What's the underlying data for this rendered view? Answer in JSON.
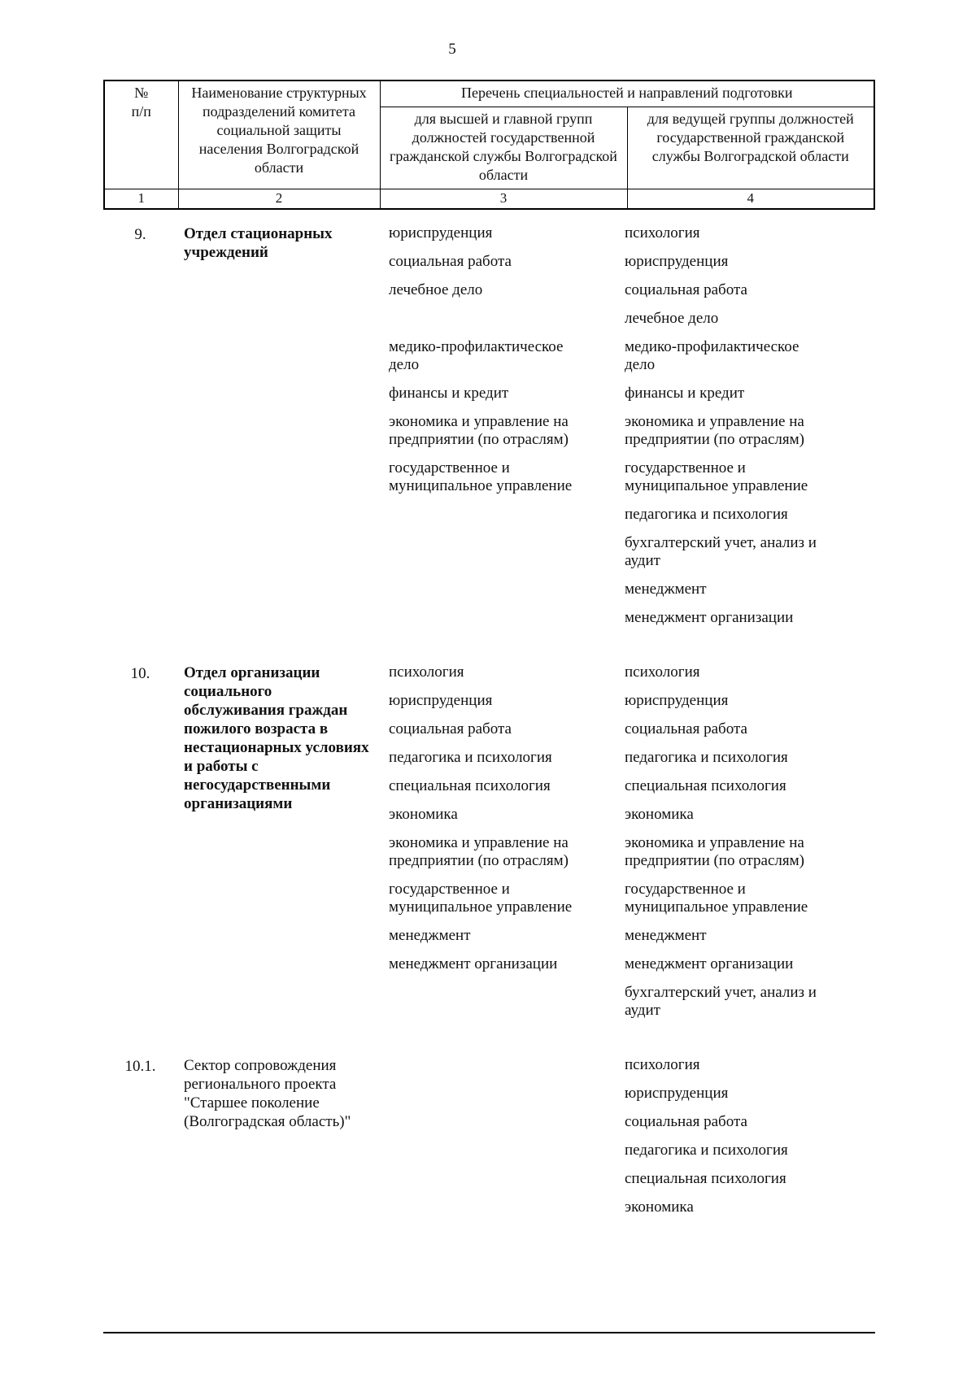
{
  "page": {
    "number": "5"
  },
  "table": {
    "header": {
      "col1_line1": "№",
      "col1_line2": "п/п",
      "col2": "Наименование структурных подразделений комитета социальной защиты населения Волгоградской области",
      "span": "Перечень специальностей и направлений подготовки",
      "col3": "для высшей и главной групп должностей государственной гражданской службы Волгоградской области",
      "col4": "для ведущей группы должностей государственной гражданской службы Волгоградской области",
      "numbers": [
        "1",
        "2",
        "3",
        "4"
      ]
    },
    "rows": [
      {
        "num": "9.",
        "name": "Отдел стационарных учреждений",
        "name_bold": true,
        "col3": [
          "юриспруденция",
          "социальная работа",
          "лечебное дело",
          "",
          "медико-профилактическое дело",
          "финансы и кредит",
          "экономика и управление на предприятии (по отраслям)",
          "государственное и муниципальное управление"
        ],
        "col4": [
          "психология",
          "юриспруденция",
          "социальная работа",
          "лечебное дело",
          "медико-профилактическое дело",
          "финансы и кредит",
          "экономика и управление на предприятии (по отраслям)",
          "государственное и муниципальное управление",
          "педагогика и психология",
          "бухгалтерский учет, анализ и аудит",
          "менеджмент",
          "менеджмент организации"
        ]
      },
      {
        "num": "10.",
        "name": "Отдел организации социального обслуживания граждан пожилого возраста в нестационарных условиях и работы с негосударственными организациями",
        "name_bold": true,
        "col3": [
          "психология",
          "юриспруденция",
          "социальная работа",
          "педагогика и психология",
          "специальная психология",
          "экономика",
          "экономика и управление на предприятии (по отраслям)",
          "государственное и муниципальное управление",
          "менеджмент",
          "менеджмент организации"
        ],
        "col4": [
          "психология",
          "юриспруденция",
          "социальная работа",
          "педагогика и психология",
          "специальная психология",
          "экономика",
          "экономика и управление на предприятии (по отраслям)",
          "государственное и муниципальное управление",
          "менеджмент",
          "менеджмент организации",
          "бухгалтерский учет, анализ и аудит"
        ]
      },
      {
        "num": "10.1.",
        "name": "Сектор сопровождения регионального проекта \"Старшее поколение (Волгоградская область)\"",
        "name_bold": false,
        "col3": [],
        "col4": [
          "психология",
          "юриспруденция",
          "социальная работа",
          "педагогика и психология",
          "специальная психология",
          "экономика"
        ]
      }
    ]
  }
}
